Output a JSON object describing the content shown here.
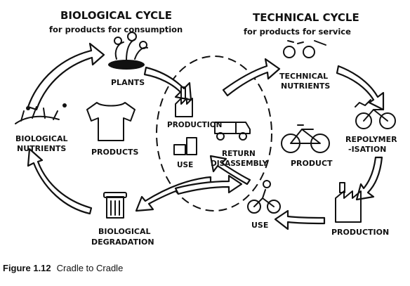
{
  "biological": {
    "title": "BIOLOGICAL CYCLE",
    "subtitle": "for products for consumption",
    "plants": "PLANTS",
    "products": "PRODUCTS",
    "nutrients_line1": "BIOLOGICAL",
    "nutrients_line2": "NUTRIENTS",
    "degradation_line1": "BIOLOGICAL",
    "degradation_line2": "DEGRADATION"
  },
  "technical": {
    "title": "TECHNICAL CYCLE",
    "subtitle": "for products for service",
    "nutrients_line1": "TECHNICAL",
    "nutrients_line2": "NUTRIENTS",
    "repolymer_line1": "REPOLYMER",
    "repolymer_line2": "-ISATION",
    "product": "PRODUCT",
    "production": "PRODUCTION",
    "use": "USE"
  },
  "center": {
    "production": "PRODUCTION",
    "use": "USE",
    "return_line1": "RETURN",
    "return_line2": "DISASSEMBLY"
  },
  "caption": {
    "number": "Figure 1.12",
    "text": "Cradle to Cradle"
  }
}
